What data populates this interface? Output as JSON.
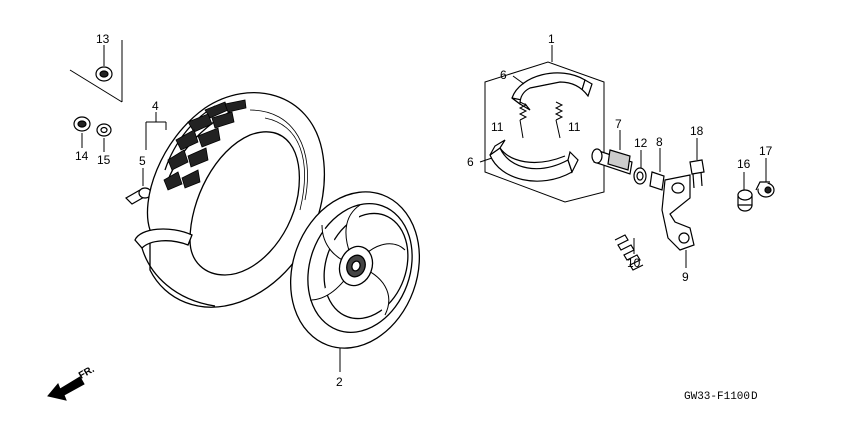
{
  "diagram": {
    "part_numbers": {
      "p1": "1",
      "p2": "2",
      "p4": "4",
      "p5": "5",
      "p6a": "6",
      "p6b": "6",
      "p7": "7",
      "p8": "8",
      "p9": "9",
      "p10": "10",
      "p11a": "11",
      "p11b": "11",
      "p12": "12",
      "p13": "13",
      "p14": "14",
      "p15": "15",
      "p16": "16",
      "p17": "17",
      "p18": "18"
    },
    "direction_label": "FR.",
    "drawing_code": "GW33-F1100",
    "drawing_code_suffix": "D"
  }
}
